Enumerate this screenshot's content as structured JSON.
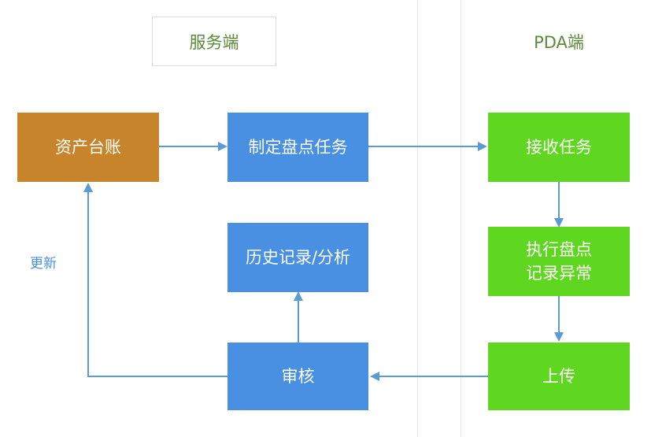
{
  "lanes": {
    "server": "服务端",
    "pda": "PDA端"
  },
  "nodes": {
    "asset_ledger": "资产台账",
    "create_task": "制定盘点任务",
    "receive_task": "接收任务",
    "history": "历史记录/分析",
    "execute_line1": "执行盘点",
    "execute_line2": "记录异常",
    "review": "审核",
    "upload": "上传"
  },
  "edges": {
    "update_label": "更新"
  },
  "colors": {
    "orange": "#c8842a",
    "blue": "#4a90e2",
    "green": "#5fd61f",
    "header_text": "#5a8a3a",
    "arrow": "#5b9bd5",
    "label": "#4a90e2"
  }
}
